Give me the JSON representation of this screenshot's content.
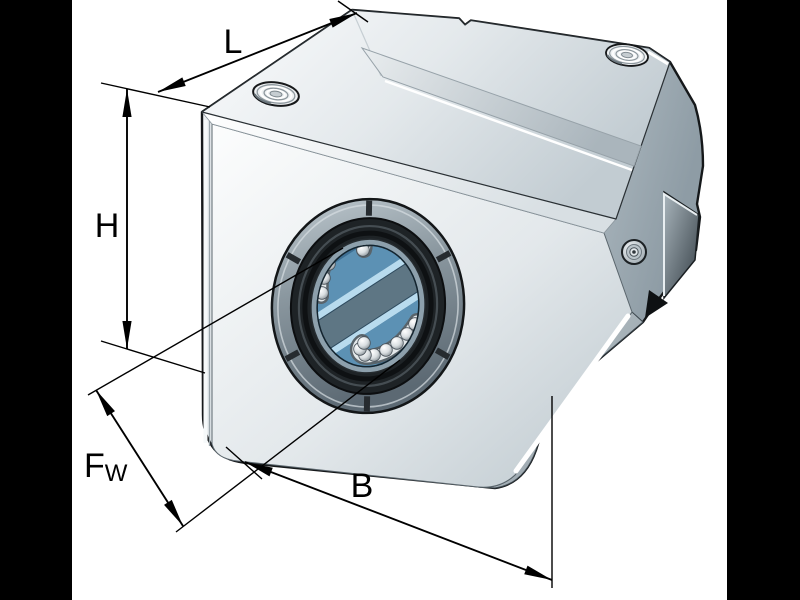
{
  "figure": {
    "description": "Dimensioned 3D catalog illustration of a closed linear ball bearing and housing unit; the bore shows blue raceway sleeves and two recirculating ball tracks; two threaded mounting holes on top and a lubrication port on the side",
    "labels": {
      "top_length": "L",
      "height": "H",
      "bore_main": "F",
      "bore_sub": "W",
      "base_length": "B"
    },
    "colors": {
      "background": "#ffffff",
      "pillarbox": "#000000",
      "dimension_lines": "#000000",
      "body_highlight": "#fbfcfd",
      "body_shadow": "#93a1aa",
      "ring_gray": "#8c99a1",
      "seal_dark": "#1e2326",
      "bore_blue": "#5c91b4",
      "bore_blue_dark": "#3e6f93",
      "bore_blue_light": "#b8dbee",
      "bore_center_gray": "#5e7684",
      "ball_chrome": "#dde3e6"
    }
  }
}
